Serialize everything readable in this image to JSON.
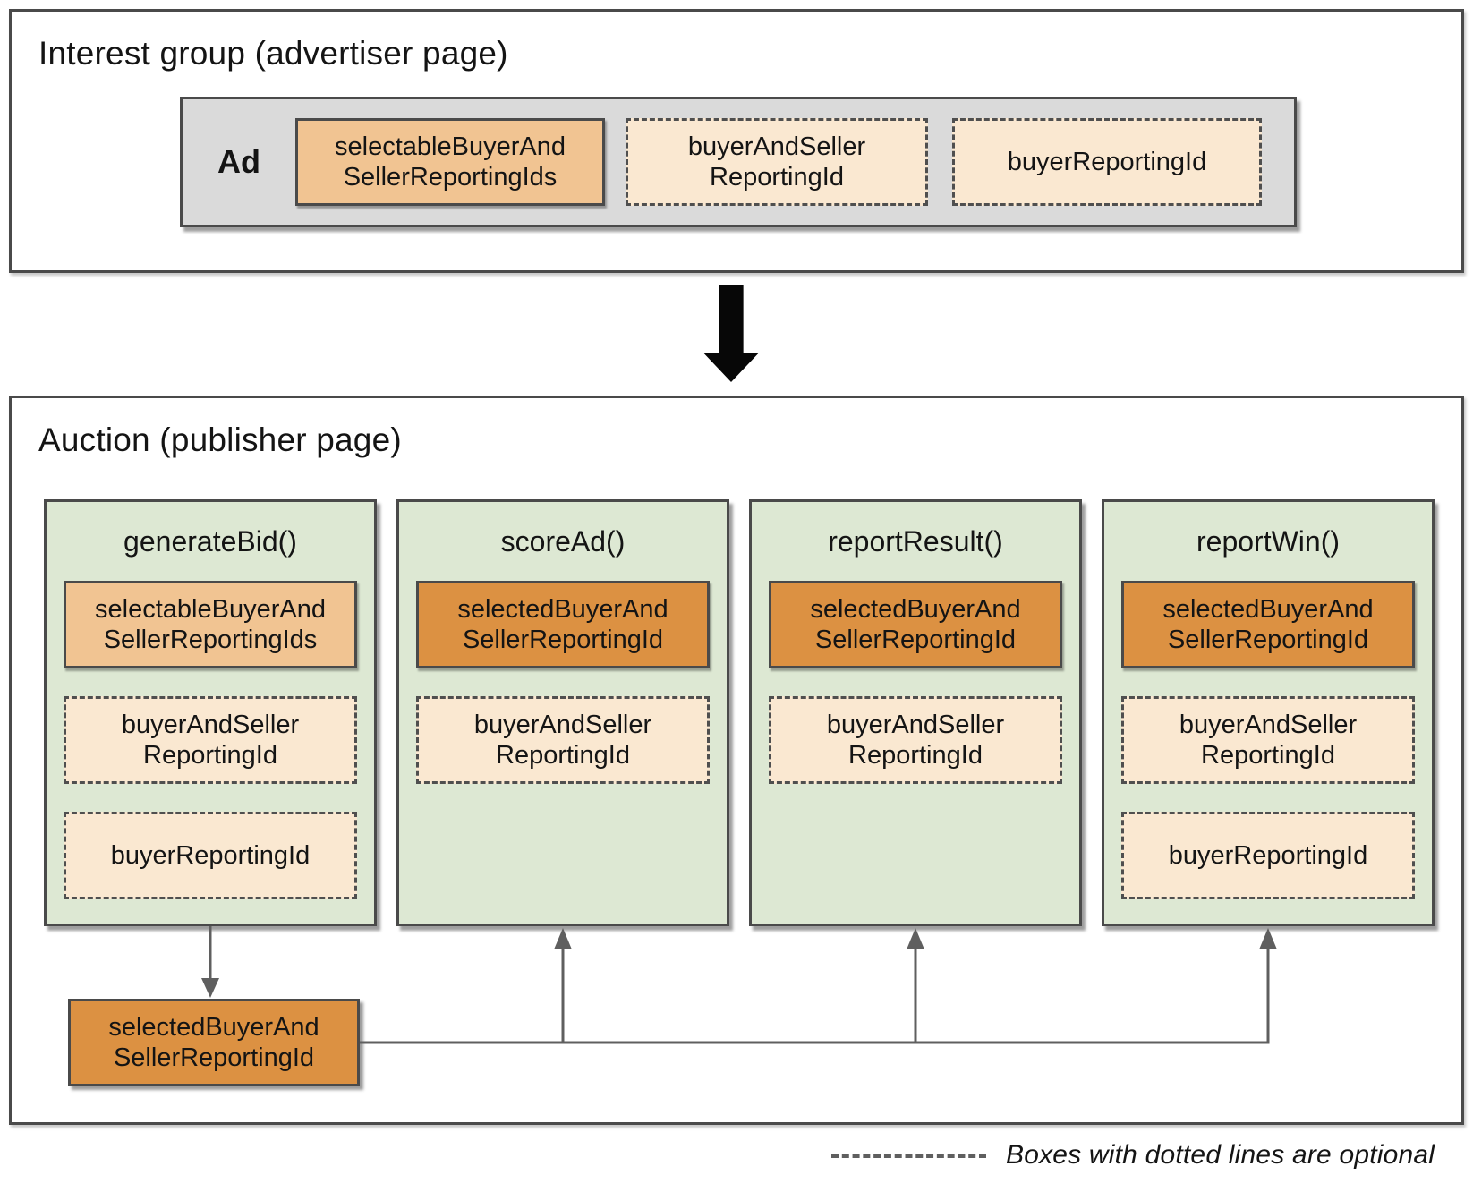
{
  "colors": {
    "gray_ad": "#DADADA",
    "light_orange": "#F1C492",
    "tan": "#FAE8D1",
    "dark_orange": "#DC9142",
    "green": "#DDE8D3",
    "border": "#4A4A4A",
    "dash_border": "#4F4F4F",
    "connector": "#5F5F5F",
    "text": "#141414"
  },
  "interest_group": {
    "title": "Interest group (advertiser page)",
    "ad_label": "Ad",
    "boxes": [
      {
        "label": "selectableBuyerAnd\nSellerReportingIds",
        "optional": false
      },
      {
        "label": "buyerAndSeller\nReportingId",
        "optional": true
      },
      {
        "label": "buyerReportingId",
        "optional": true
      }
    ]
  },
  "auction": {
    "title": "Auction (publisher page)",
    "columns": [
      {
        "title": "generateBid()",
        "boxes": [
          {
            "label": "selectableBuyerAnd\nSellerReportingIds",
            "optional": false
          },
          {
            "label": "buyerAndSeller\nReportingId",
            "optional": true
          },
          {
            "label": "buyerReportingId",
            "optional": true
          }
        ]
      },
      {
        "title": "scoreAd()",
        "boxes": [
          {
            "label": "selectedBuyerAnd\nSellerReportingId",
            "optional": false
          },
          {
            "label": "buyerAndSeller\nReportingId",
            "optional": true
          }
        ]
      },
      {
        "title": "reportResult()",
        "boxes": [
          {
            "label": "selectedBuyerAnd\nSellerReportingId",
            "optional": false
          },
          {
            "label": "buyerAndSeller\nReportingId",
            "optional": true
          }
        ]
      },
      {
        "title": "reportWin()",
        "boxes": [
          {
            "label": "selectedBuyerAnd\nSellerReportingId",
            "optional": false
          },
          {
            "label": "buyerAndSeller\nReportingId",
            "optional": true
          },
          {
            "label": "buyerReportingId",
            "optional": true
          }
        ]
      }
    ],
    "selected_box": {
      "label": "selectedBuyerAnd\nSellerReportingId"
    }
  },
  "legend": {
    "text": "Boxes with dotted lines are optional"
  }
}
